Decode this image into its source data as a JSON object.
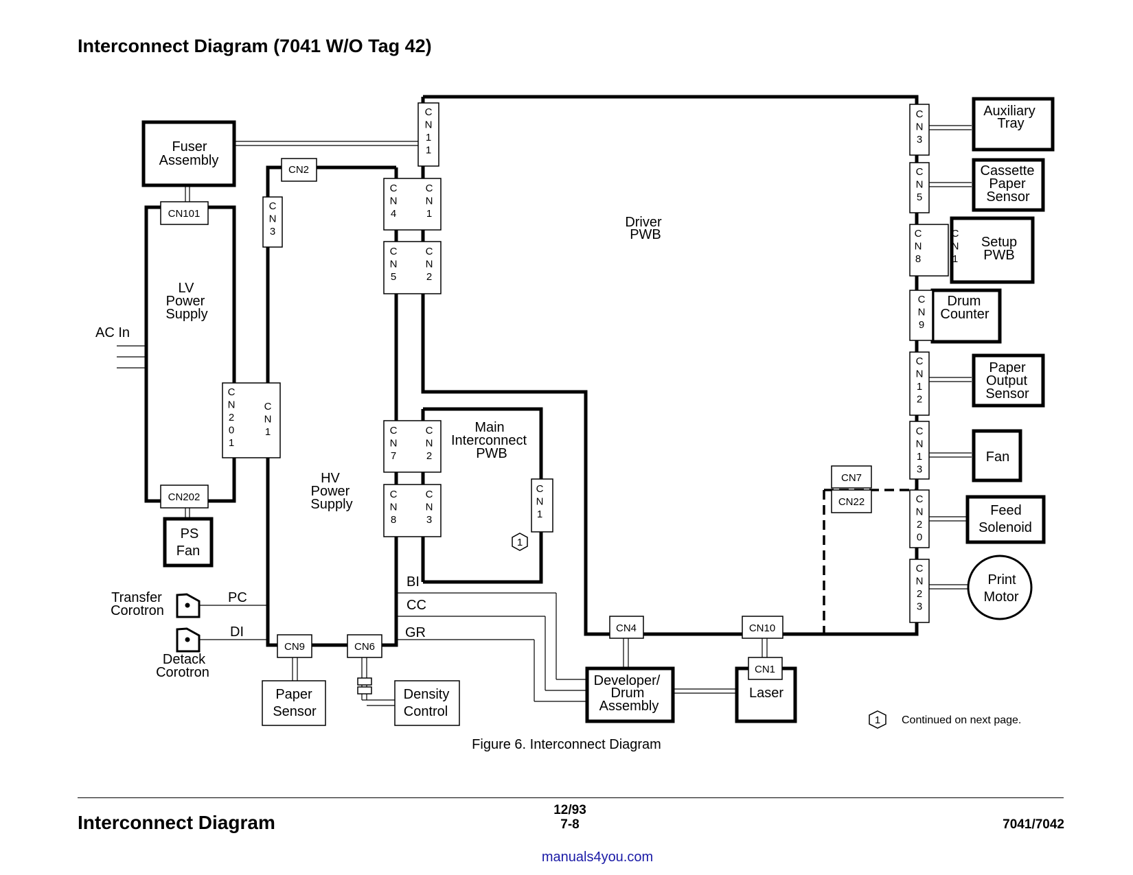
{
  "page_title": "Interconnect Diagram (7041 W/O Tag 42)",
  "components": {
    "fuser": [
      "Fuser",
      "Assembly"
    ],
    "lv_power_supply": [
      "LV",
      "Power",
      "Supply"
    ],
    "ac_in": "AC In",
    "ps_fan": [
      "PS",
      "Fan"
    ],
    "hv_power_supply": [
      "HV",
      "Power",
      "Supply"
    ],
    "transfer_corotron": [
      "Transfer",
      "Corotron"
    ],
    "detack_corotron": [
      "Detack",
      "Corotron"
    ],
    "paper_sensor": [
      "Paper",
      "Sensor"
    ],
    "density_control": [
      "Density",
      "Control"
    ],
    "main_interconnect_pwb": [
      "Main",
      "Interconnect",
      "PWB"
    ],
    "driver_pwb": [
      "Driver",
      "PWB"
    ],
    "developer_drum": [
      "Developer/",
      "Drum",
      "Assembly"
    ],
    "laser": "Laser",
    "auxiliary_tray": [
      "Auxiliary",
      "Tray"
    ],
    "cassette_paper_sensor": [
      "Cassette",
      "Paper",
      "Sensor"
    ],
    "setup_pwb": [
      "Setup",
      "PWB"
    ],
    "drum_counter": [
      "Drum",
      "Counter"
    ],
    "paper_output_sensor": [
      "Paper",
      "Output",
      "Sensor"
    ],
    "fan": "Fan",
    "feed_solenoid": [
      "Feed",
      "Solenoid"
    ],
    "print_motor": [
      "Print",
      "Motor"
    ]
  },
  "connectors": {
    "cn11_driver": "CN11",
    "cn2_hv": "CN2",
    "cn101": "CN101",
    "cn3_hv": "CN3",
    "cn4_hv": "CN4",
    "cn1_driver": "CN1",
    "cn5_hv": "CN5",
    "cn2_driver": "CN2",
    "cn201": "CN201",
    "cn1_hv": "CN1",
    "cn7_hv": "CN7",
    "cn2_main": "CN2",
    "cn8_hv": "CN8",
    "cn3_main": "CN3",
    "cn1_main": "CN1",
    "cn202": "CN202",
    "cn9_hv": "CN9",
    "cn6_hv": "CN6",
    "cn4_driver": "CN4",
    "cn10_driver": "CN10",
    "cn1_laser": "CN1",
    "cn7_driver": "CN7",
    "cn22_driver": "CN22",
    "cn3_driver": "CN3",
    "cn5_driver": "CN5",
    "cn8_driver": "CN8",
    "cn1_setup": "CN1",
    "cn9_driver": "CN9",
    "cn12_driver": "CN12",
    "cn13_driver": "CN13",
    "cn20_driver": "CN20",
    "cn23_driver": "CN23"
  },
  "signals": {
    "pc": "PC",
    "di": "DI",
    "bi": "BI",
    "cc": "CC",
    "gr": "GR"
  },
  "legend": {
    "marker": "1",
    "text": "Continued on next page."
  },
  "figure_caption": "Figure 6. Interconnect Diagram",
  "footer": {
    "title": "Interconnect Diagram",
    "date": "12/93",
    "page": "7-8",
    "model": "7041/7042",
    "link": "manuals4you.com"
  }
}
